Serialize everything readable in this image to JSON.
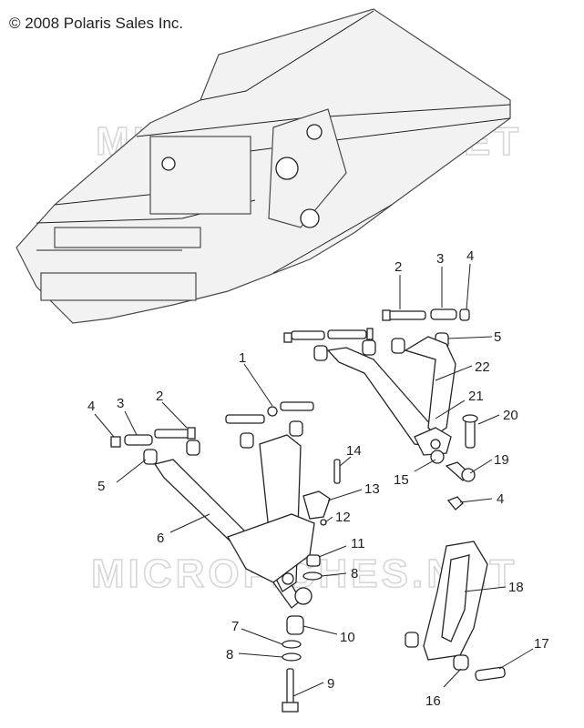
{
  "copyright": "© 2008 Polaris Sales Inc.",
  "watermark": "MICROFICHES.NET",
  "callouts": [
    "1",
    "2",
    "3",
    "4",
    "5",
    "6",
    "7",
    "8",
    "9",
    "10",
    "11",
    "12",
    "13",
    "14",
    "15",
    "16",
    "17",
    "18",
    "19",
    "20",
    "21",
    "22"
  ],
  "colors": {
    "line": "#222222",
    "frame_fill": "#f2f2f2",
    "watermark": "#d7d7d7"
  }
}
